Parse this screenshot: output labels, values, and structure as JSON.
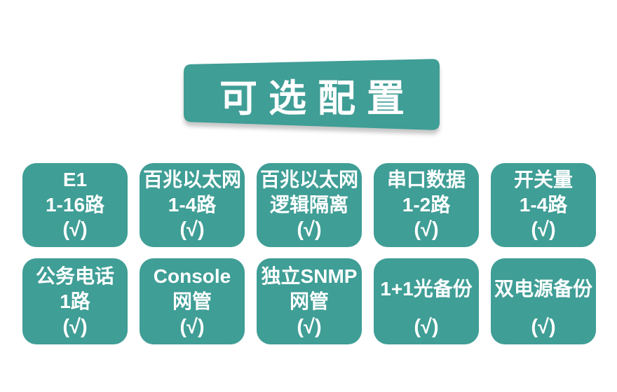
{
  "theme": {
    "teal": "#3F9E96",
    "text_on_teal": "#FFFFFF",
    "page_bg": "#FFFFFF"
  },
  "banner": {
    "title": "可选配置"
  },
  "cards": [
    {
      "lines": [
        "E1",
        "1-16路"
      ],
      "check": "(√)"
    },
    {
      "lines": [
        "百兆以太网",
        "1-4路"
      ],
      "check": "(√)"
    },
    {
      "lines": [
        "百兆以太网",
        "逻辑隔离"
      ],
      "check": "(√)"
    },
    {
      "lines": [
        "串口数据",
        "1-2路"
      ],
      "check": "(√)"
    },
    {
      "lines": [
        "开关量",
        "1-4路"
      ],
      "check": "(√)"
    },
    {
      "lines": [
        "公务电话",
        "1路"
      ],
      "check": "(√)"
    },
    {
      "lines": [
        "Console",
        "网管"
      ],
      "check": "(√)"
    },
    {
      "lines": [
        "独立SNMP",
        "网管"
      ],
      "check": "(√)"
    },
    {
      "lines": [
        "1+1光备份"
      ],
      "check": "(√)"
    },
    {
      "lines": [
        "双电源备份"
      ],
      "check": "(√)"
    }
  ]
}
